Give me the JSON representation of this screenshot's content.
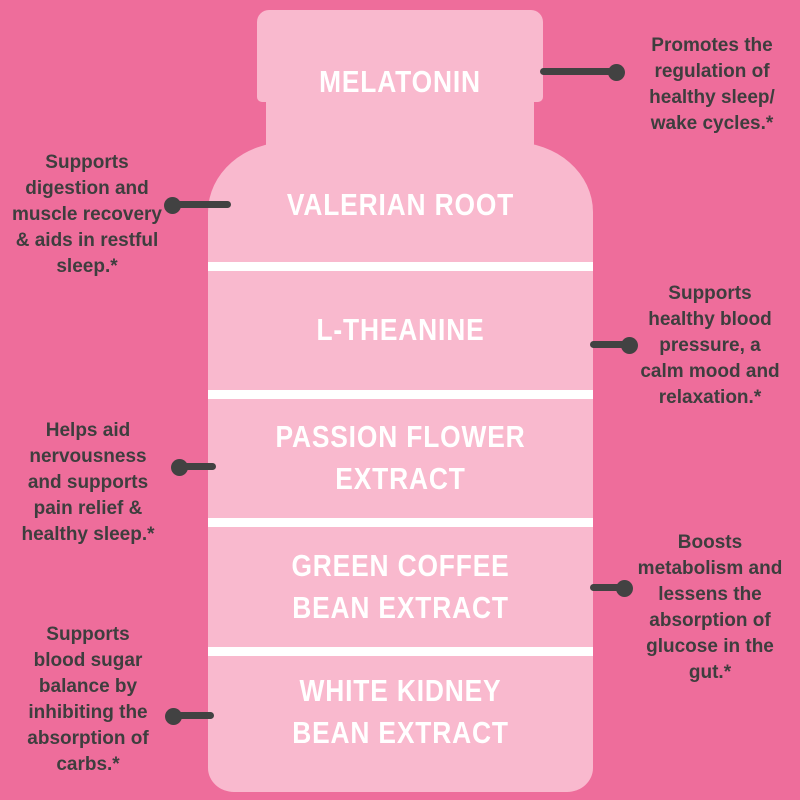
{
  "colors": {
    "background": "#ee6d9b",
    "bottle": "#f9b9ce",
    "separator": "#ffffff",
    "connector": "#424242",
    "ingredient_text": "#ffffff",
    "callout_text": "#3e3e3e"
  },
  "bottle": {
    "cap_label": "MELATONIN",
    "sections": [
      {
        "label_lines": [
          "VALERIAN ROOT"
        ]
      },
      {
        "label_lines": [
          "L-THEANINE"
        ]
      },
      {
        "label_lines": [
          "PASSION FLOWER",
          "EXTRACT"
        ]
      },
      {
        "label_lines": [
          "GREEN COFFEE",
          "BEAN EXTRACT"
        ]
      },
      {
        "label_lines": [
          "WHITE KIDNEY",
          "BEAN EXTRACT"
        ]
      }
    ]
  },
  "callouts": [
    {
      "side": "right",
      "connects_to": "MELATONIN",
      "lines": [
        "Promotes the",
        "regulation of",
        "healthy sleep/",
        "wake cycles.*"
      ]
    },
    {
      "side": "left",
      "connects_to": "VALERIAN ROOT",
      "lines": [
        "Supports",
        "digestion and",
        "muscle recovery",
        "& aids in restful",
        "sleep.*"
      ]
    },
    {
      "side": "right",
      "connects_to": "L-THEANINE",
      "lines": [
        "Supports",
        "healthy blood",
        "pressure, a",
        "calm mood and",
        "relaxation.*"
      ]
    },
    {
      "side": "left",
      "connects_to": "PASSION FLOWER EXTRACT",
      "lines": [
        "Helps aid",
        "nervousness",
        "and supports",
        "pain relief &",
        "healthy sleep.*"
      ]
    },
    {
      "side": "right",
      "connects_to": "GREEN COFFEE BEAN EXTRACT",
      "lines": [
        "Boosts",
        "metabolism and",
        "lessens the",
        "absorption of",
        "glucose in the",
        "gut.*"
      ]
    },
    {
      "side": "left",
      "connects_to": "WHITE KIDNEY BEAN EXTRACT",
      "lines": [
        "Supports",
        "blood sugar",
        "balance by",
        "inhibiting the",
        "absorption of",
        "carbs.*"
      ]
    }
  ]
}
